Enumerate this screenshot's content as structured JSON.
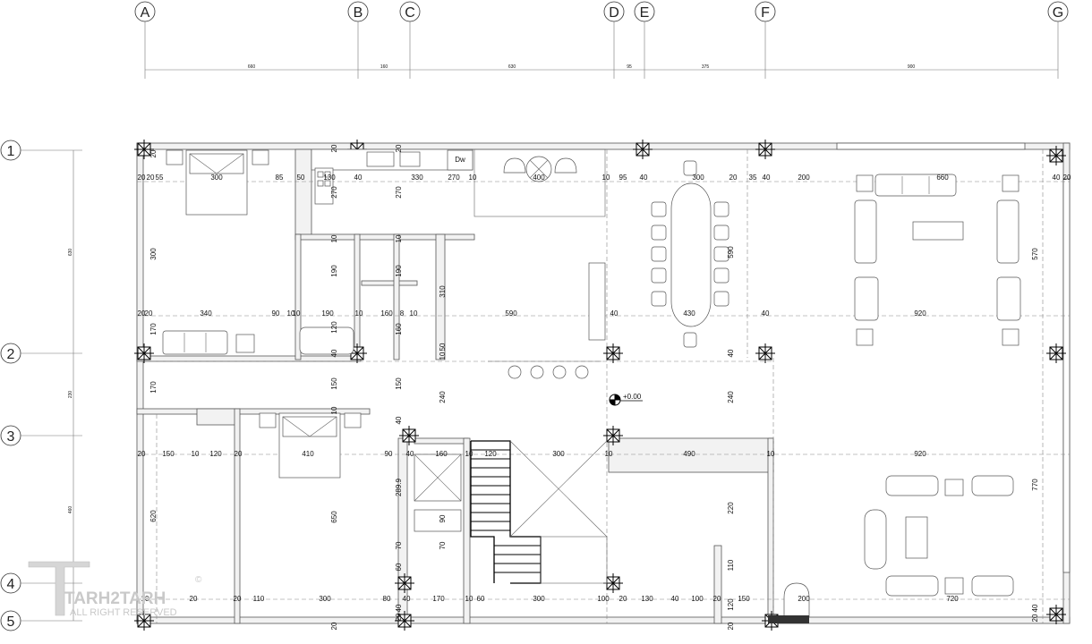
{
  "grid": {
    "columns": [
      "A",
      "B",
      "C",
      "D",
      "E",
      "F",
      "G"
    ],
    "rows": [
      "1",
      "2",
      "3",
      "4",
      "5"
    ]
  },
  "top_dims": [
    "660",
    "160",
    "630",
    "95",
    "375",
    "900"
  ],
  "left_dims": [
    "630",
    "230",
    "460"
  ],
  "row1_dims": [
    "20",
    "20",
    "55",
    "300",
    "85",
    "50",
    "130",
    "40",
    "330",
    "270",
    "10",
    "400",
    "10",
    "95",
    "40",
    "300",
    "20",
    "35",
    "40",
    "200",
    "660",
    "40",
    "20"
  ],
  "row2_dims": [
    "20",
    "20",
    "340",
    "90",
    "10",
    "10",
    "190",
    "10",
    "160",
    "8",
    "10",
    "590",
    "40",
    "430",
    "40",
    "920"
  ],
  "row3_dims": [
    "20",
    "150",
    "10",
    "120",
    "20",
    "410",
    "90",
    "40",
    "160",
    "10",
    "120",
    "300",
    "10",
    "490",
    "10",
    "920"
  ],
  "row4_dims": [
    "10",
    "20",
    "20",
    "110",
    "300",
    "80",
    "40",
    "170",
    "10",
    "60",
    "300",
    "100",
    "20",
    "130",
    "40",
    "100",
    "20",
    "150",
    "200",
    "720"
  ],
  "vert_dims": [
    "20",
    "270",
    "270",
    "20",
    "20",
    "10",
    "10",
    "300",
    "190",
    "190",
    "310",
    "590",
    "570",
    "170",
    "120",
    "160",
    "10",
    "50",
    "40",
    "40",
    "150",
    "150",
    "240",
    "240",
    "170",
    "10",
    "40",
    "620",
    "650",
    "289.9",
    "90",
    "220",
    "770",
    "70",
    "70",
    "60",
    "110",
    "120",
    "20",
    "40",
    "20",
    "20",
    "20",
    "40"
  ],
  "appliance_label": "Dw",
  "level_label": "+0.00",
  "watermark": {
    "name": "TARH2TARH",
    "rights": "ALL RIGHT RESERVED",
    "symbol": "©"
  }
}
